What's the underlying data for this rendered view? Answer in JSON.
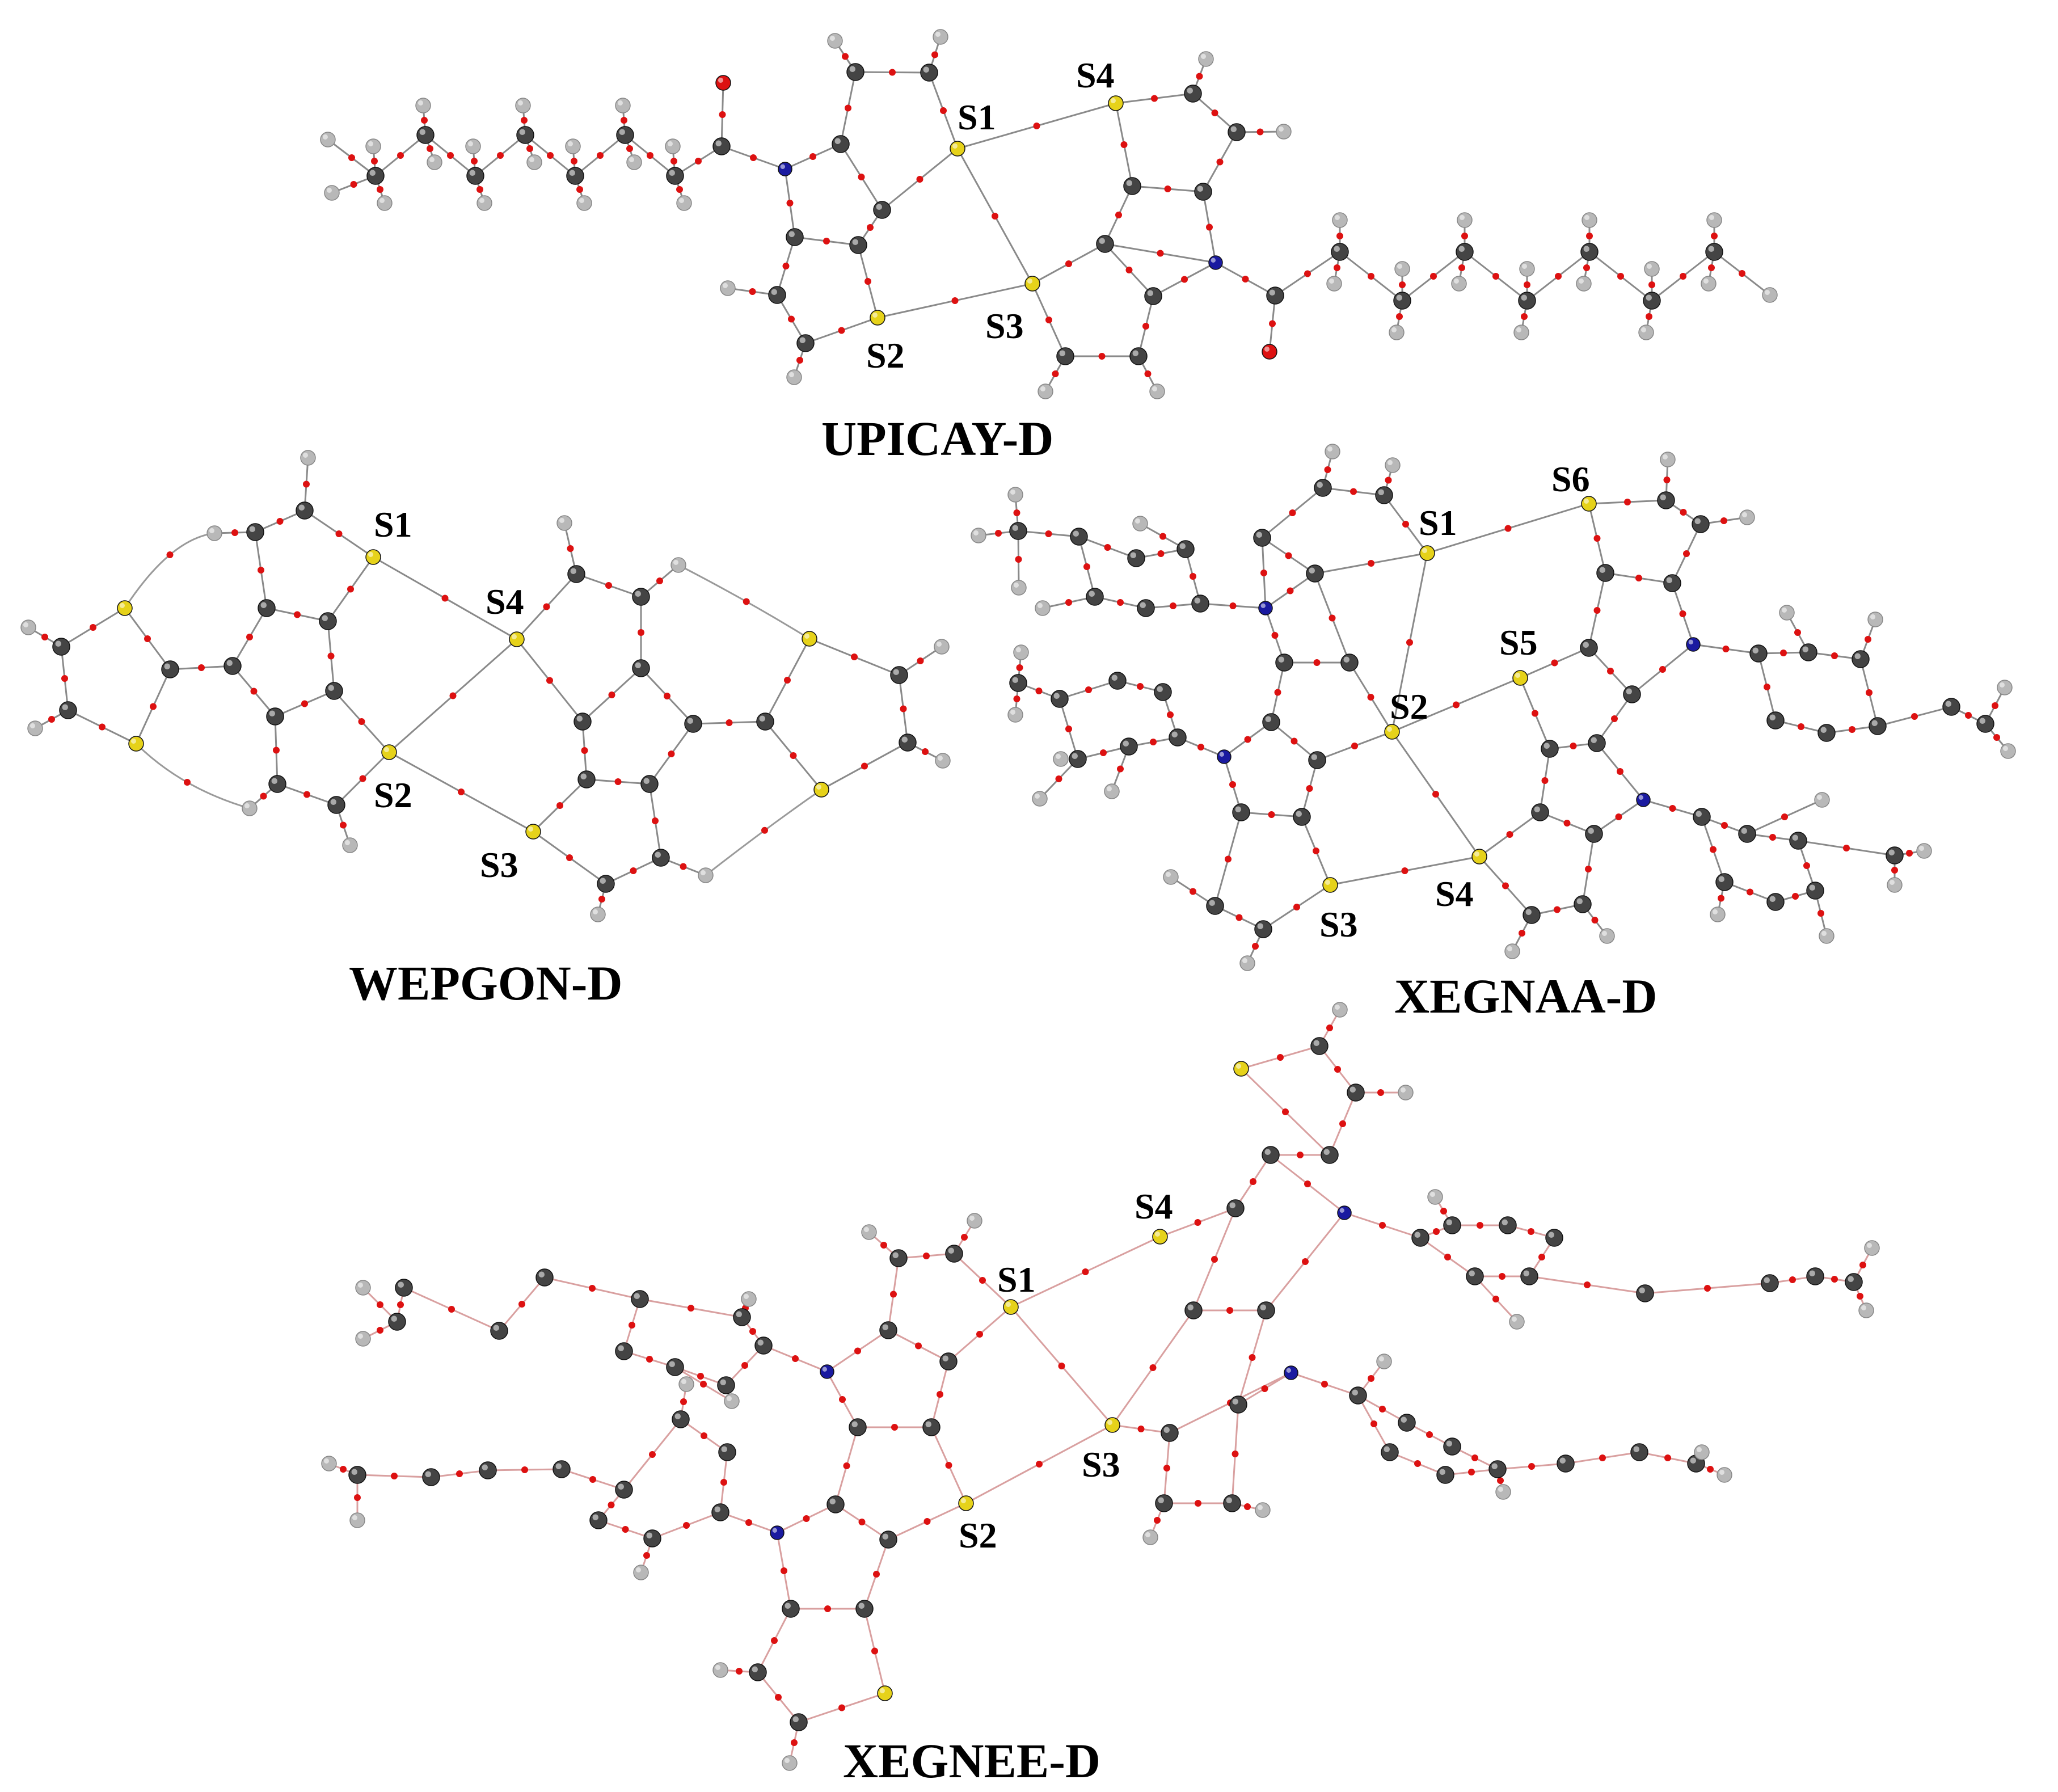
{
  "colors": {
    "carbon": "#444444",
    "hydrogen": "#b8b8b8",
    "sulfur": "#e6d21a",
    "nitrogen": "#1a1aa0",
    "oxygen": "#dd1111",
    "bcp": "#dd1111",
    "bond": "#8a8a8a",
    "bond_pink": "#d9a0a0"
  },
  "molecules": [
    {
      "id": "upicay",
      "name": "UPICAY-D",
      "sulfur_labels": [
        "S1",
        "S2",
        "S3",
        "S4"
      ]
    },
    {
      "id": "wepgon",
      "name": "WEPGON-D",
      "sulfur_labels": [
        "S1",
        "S2",
        "S3",
        "S4"
      ]
    },
    {
      "id": "xegnaa",
      "name": "XEGNAA-D",
      "sulfur_labels": [
        "S1",
        "S2",
        "S3",
        "S4",
        "S5",
        "S6"
      ]
    },
    {
      "id": "xegnee",
      "name": "XEGNEE-D",
      "sulfur_labels": [
        "S1",
        "S2",
        "S3",
        "S4"
      ]
    }
  ]
}
